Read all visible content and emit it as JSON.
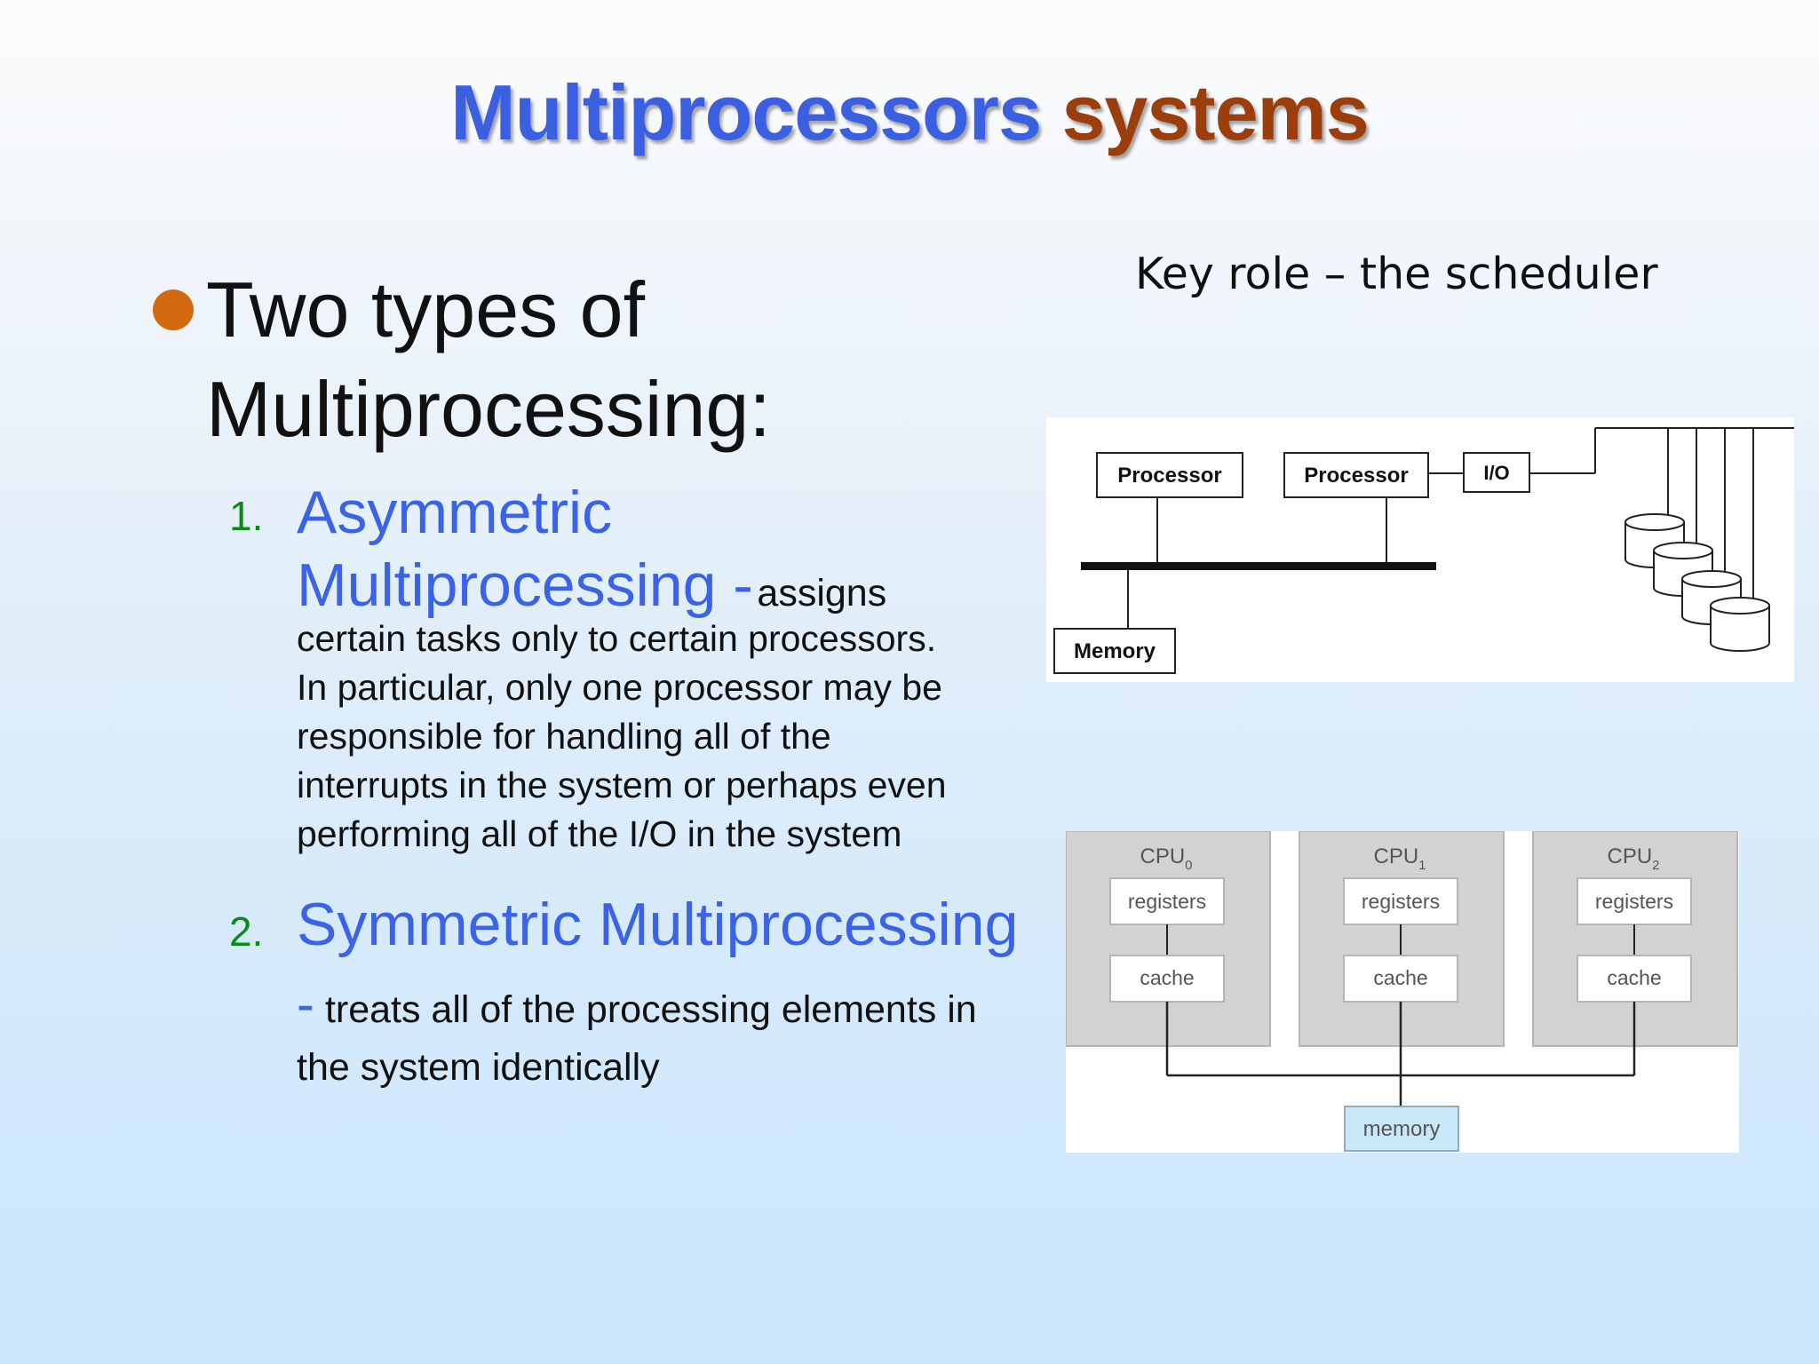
{
  "title": {
    "part1": "Multiprocessors",
    "part2": "systems"
  },
  "key_role": "Key role – the scheduler",
  "bullet": {
    "line1": "Two types of",
    "line2": "Multiprocessing:"
  },
  "items": [
    {
      "number": "1.",
      "heading_line1": "Asymmetric",
      "heading_line2": "Multiprocessing -",
      "inline_text": "assigns",
      "body": [
        "certain tasks only to certain processors.",
        "In particular, only one processor may be",
        "responsible for handling all of the",
        "interrupts in the system or perhaps even",
        "performing all of the I/O in the system"
      ]
    },
    {
      "number": "2.",
      "heading": "Symmetric Multiprocessing",
      "dash": "-",
      "body_line1": "treats all of the processing elements in",
      "body_line2": "the system identically"
    }
  ],
  "diagram_asymmetric": {
    "processor_1": "Processor",
    "processor_2": "Processor",
    "io": "I/O",
    "memory": "Memory"
  },
  "diagram_symmetric": {
    "cpus": [
      {
        "name": "CPU",
        "sub": "0",
        "registers": "registers",
        "cache": "cache"
      },
      {
        "name": "CPU",
        "sub": "1",
        "registers": "registers",
        "cache": "cache"
      },
      {
        "name": "CPU",
        "sub": "2",
        "registers": "registers",
        "cache": "cache"
      }
    ],
    "memory": "memory"
  }
}
